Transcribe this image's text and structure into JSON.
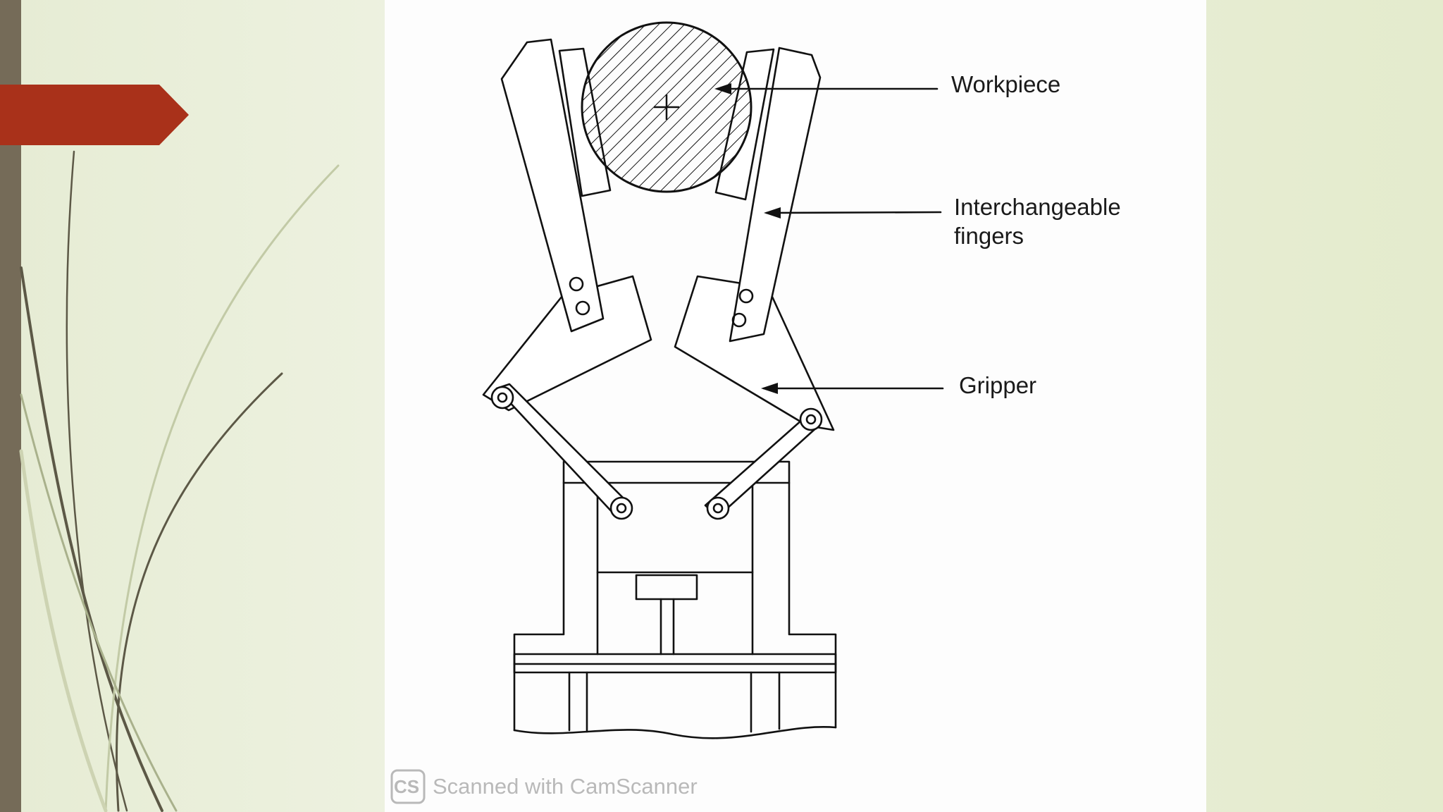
{
  "slide": {
    "accent_color": "#a9311a",
    "side_bar_color": "#756b58",
    "background_color": "#e8eed8"
  },
  "diagram": {
    "labels": {
      "workpiece": "Workpiece",
      "fingers_line1": "Interchangeable",
      "fingers_line2": "fingers",
      "gripper": "Gripper"
    },
    "watermark": {
      "logo": "CS",
      "text": "Scanned with CamScanner"
    }
  }
}
